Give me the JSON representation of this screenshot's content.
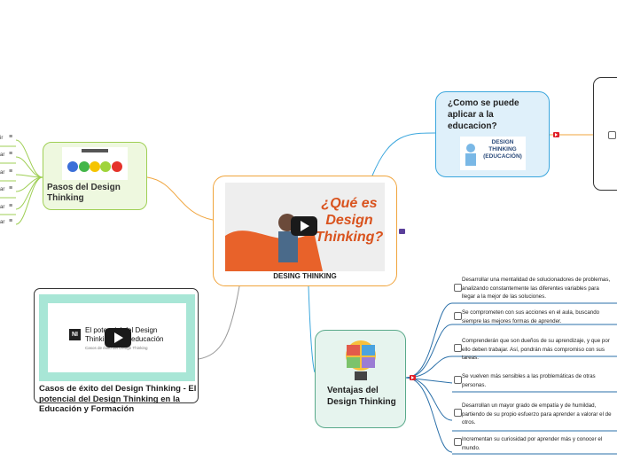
{
  "central": {
    "title": "DESING THINKING",
    "video_heading": "¿Qué es Design Thinking?"
  },
  "pasos": {
    "label": "Pasos del Design Thinking"
  },
  "casos": {
    "label": "Casos de éxito del Design Thinking - El potencial del Design Thinking en la Educación y Formación",
    "video_title": "El potencial del Design Thinking en la educación",
    "video_subtitle": "Casos de éxito del Design Thinking"
  },
  "como": {
    "label": "¿Como se puede aplicar a la educacion?",
    "image_text": "DESIGN THINKING (EDUCACIÓN)"
  },
  "ventajas": {
    "label": "Ventajas del Design Thinking",
    "items": [
      "Desarrollar una mentalidad de solucionadores de problemas, analizando constantemente las diferentes variables para llegar a la mejor de las soluciones.",
      "Se comprometen con sus acciones en el aula, buscando siempre las mejores formas de aprender.",
      "Comprenderán que son dueños de su aprendizaje, y que por ello deben trabajar. Así, pondrán más compromiso con sus tareas.",
      "Se vuelven más sensibles a las problemáticas de otras personas.",
      "Desarrollan un mayor grado de empatía y de humildad, partiendo de su propio esfuerzo para aprender a valorar el de otros.",
      "Incrementan su curiosidad por aprender más y conocer el mundo."
    ]
  },
  "left_items": [
    "ir",
    "ar",
    "ar",
    "ar",
    "ar",
    "ar"
  ],
  "colors": {
    "orange": "#f0a43c",
    "green": "#9fcf55",
    "blue": "#3aa6dd",
    "teal": "#59a98a",
    "flag": "#e0202a"
  }
}
